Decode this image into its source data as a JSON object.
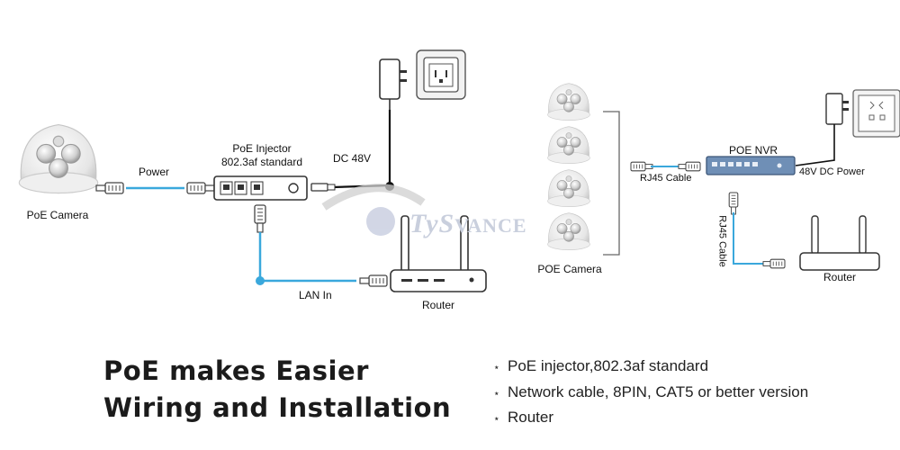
{
  "labels": {
    "poe_camera_left": "PoE Camera",
    "power": "Power",
    "injector_line1": "PoE Injector",
    "injector_line2": "802.3af standard",
    "dc48v": "DC 48V",
    "lan_in": "LAN In",
    "router_left": "Router",
    "poe_camera_right": "POE Camera",
    "rj45_cable_horizontal": "RJ45 Cable",
    "poe_nvr": "POE NVR",
    "dc_power_48v": "48V DC Power",
    "rj45_cable_vertical": "RJ45 Cable",
    "router_right": "Router"
  },
  "watermark": {
    "prefix": "TyS",
    "rest": "VANCE"
  },
  "headline": {
    "line1": "PoE makes Easier",
    "line2": "Wiring and Installation"
  },
  "features": [
    "PoE injector,802.3af standard",
    "Network cable, 8PIN, CAT5 or better version",
    "Router"
  ],
  "colors": {
    "network_cable": "#3aa8dc",
    "power_cable": "#111111",
    "device_outline": "#555555"
  },
  "icons": [
    "dome-camera-icon",
    "rj45-plug-icon",
    "poe-injector-icon",
    "power-adapter-icon",
    "wall-outlet-icon",
    "router-icon",
    "nvr-icon"
  ]
}
